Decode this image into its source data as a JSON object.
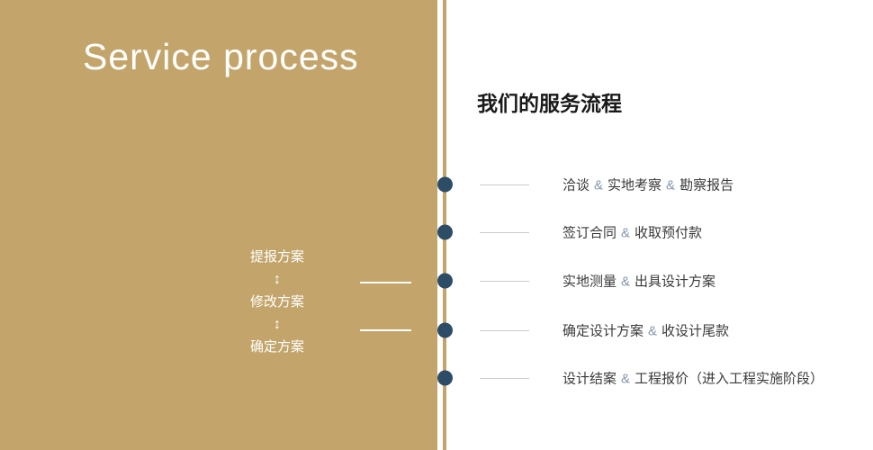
{
  "colors": {
    "panel_gold": "#c3a56b",
    "dot_navy": "#2d4c66",
    "amp_blue": "#8496ab",
    "tick_gray": "#cccccc",
    "text_dark": "#3a3a3a",
    "step_text_white": "#ffffff"
  },
  "left_panel": {
    "title": "Service process",
    "steps": [
      "提报方案",
      "修改方案",
      "确定方案"
    ],
    "arrow_symbol": "↕"
  },
  "right_panel": {
    "heading": "我们的服务流程",
    "rows": [
      {
        "t1": "洽谈",
        "amp1": "&",
        "t2": "实地考察",
        "amp2": "&",
        "t3": "勘察报告"
      },
      {
        "t1": "签订合同",
        "amp1": "&",
        "t2": "收取预付款"
      },
      {
        "t1": "实地测量",
        "amp1": "&",
        "t2": "出具设计方案"
      },
      {
        "t1": "确定设计方案",
        "amp1": "&",
        "t2": "收设计尾款"
      },
      {
        "t1": "设计结案",
        "amp1": "&",
        "t2": "工程报价（进入工程实施阶段）"
      }
    ]
  }
}
